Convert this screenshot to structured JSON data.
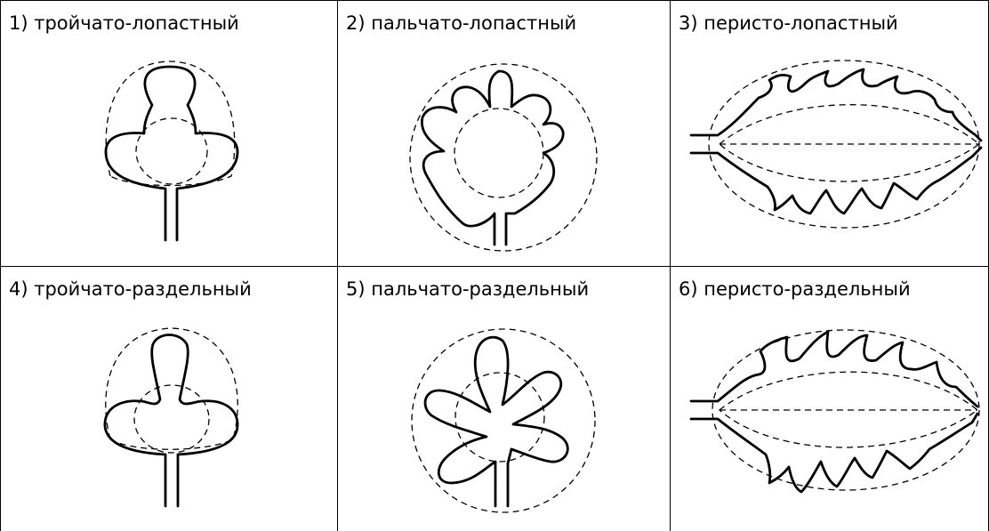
{
  "cells": [
    {
      "label": "1) тройчато-лопастный",
      "icon": "ternately-lobed-leaf-icon"
    },
    {
      "label": "2) пальчато-лопастный",
      "icon": "palmately-lobed-leaf-icon"
    },
    {
      "label": "3) перисто-лопастный",
      "icon": "pinnately-lobed-leaf-icon"
    },
    {
      "label": "4) тройчато-раздельный",
      "icon": "ternately-parted-leaf-icon"
    },
    {
      "label": "5) пальчато-раздельный",
      "icon": "palmately-parted-leaf-icon"
    },
    {
      "label": "6) перисто-раздельный",
      "icon": "pinnately-parted-leaf-icon"
    }
  ]
}
